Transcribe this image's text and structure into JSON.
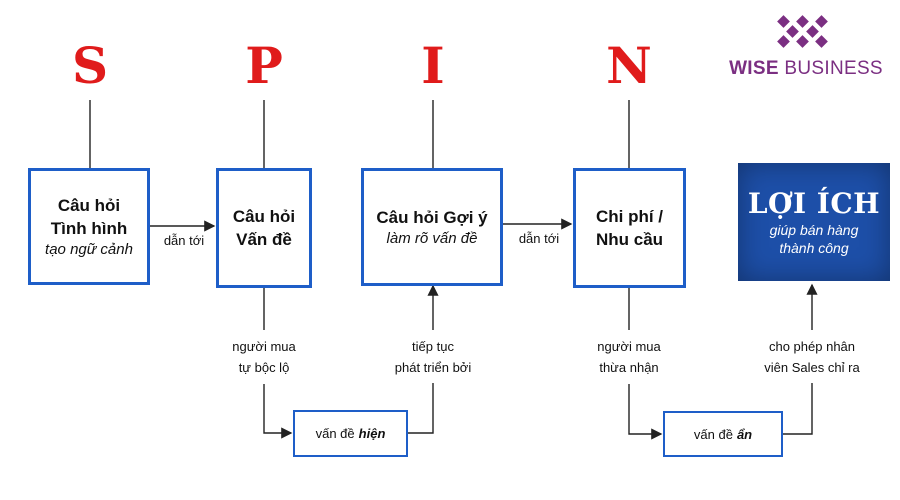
{
  "letters": [
    "S",
    "P",
    "I",
    "N"
  ],
  "boxes": {
    "situation": {
      "title1": "Câu hỏi",
      "title2": "Tình hình",
      "sub": "tạo ngữ cảnh"
    },
    "problem": {
      "title1": "Câu hỏi",
      "title2": "Vấn đề"
    },
    "implication": {
      "title": "Câu hỏi Gợi ý",
      "sub": "làm rõ vấn đề"
    },
    "need": {
      "title1": "Chi phí /",
      "title2": "Nhu cầu"
    }
  },
  "benefit": {
    "title": "LỢI ÍCH",
    "sub1": "giúp bán hàng",
    "sub2": "thành công"
  },
  "arrow_labels": {
    "leads_to_1": "dẫn tới",
    "leads_to_2": "dẫn tới"
  },
  "labels": {
    "buyer_reveals_1": "người mua",
    "buyer_reveals_2": "tự bộc lộ",
    "develop_1": "tiếp tục",
    "develop_2": "phát triển bởi",
    "buyer_admits_1": "người mua",
    "buyer_admits_2": "thừa nhận",
    "allow_1": "cho phép nhân",
    "allow_2": "viên Sales chỉ ra"
  },
  "explicit_problem": {
    "prefix": "vấn đề",
    "emph": "hiện"
  },
  "implicit_problem": {
    "prefix": "vấn đề",
    "emph": "ẩn"
  },
  "logo": {
    "word1": "WISE",
    "word2": "BUSINESS"
  },
  "colors": {
    "letters": "#e01b1b",
    "box_border": "#1e5ec8",
    "benefit_bg": "#1d4fa8",
    "logo": "#7b2f82"
  }
}
